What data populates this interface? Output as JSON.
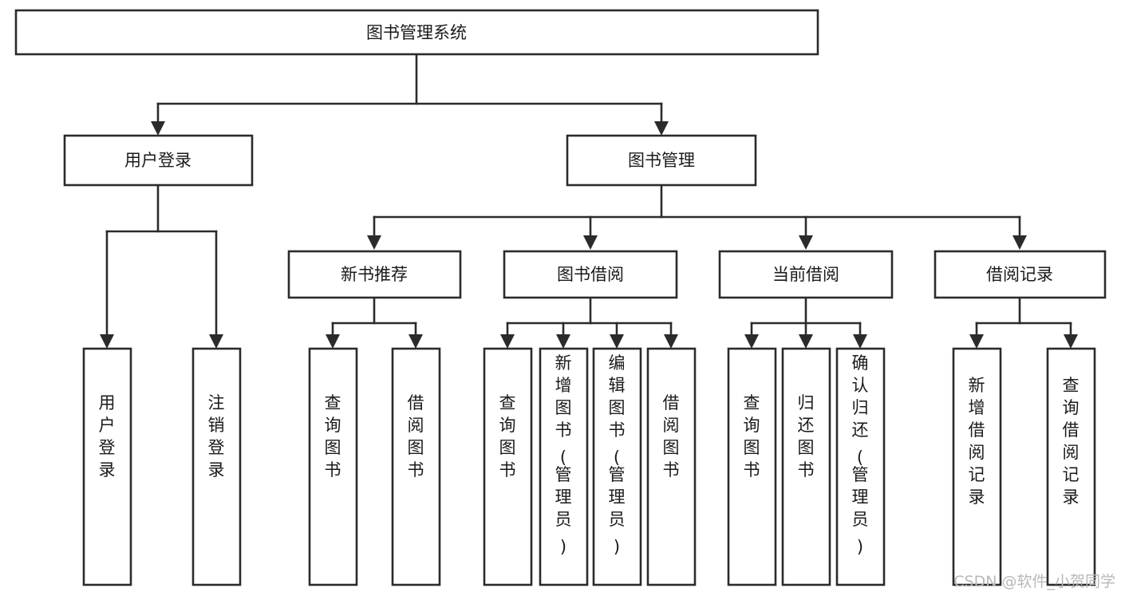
{
  "diagram": {
    "type": "tree-hierarchy",
    "title": "图书管理系统",
    "root": {
      "id": "root",
      "label": "图书管理系统"
    },
    "level2": [
      {
        "id": "user-login",
        "label": "用户登录"
      },
      {
        "id": "book-management",
        "label": "图书管理"
      }
    ],
    "level3": [
      {
        "id": "new-book-recommend",
        "label": "新书推荐",
        "parent": "book-management"
      },
      {
        "id": "book-borrow",
        "label": "图书借阅",
        "parent": "book-management"
      },
      {
        "id": "current-borrow",
        "label": "当前借阅",
        "parent": "book-management"
      },
      {
        "id": "borrow-record",
        "label": "借阅记录",
        "parent": "book-management"
      }
    ],
    "leaves": [
      {
        "id": "leaf-user-login",
        "label": "用户登录",
        "parent": "user-login"
      },
      {
        "id": "leaf-logout-login",
        "label": "注销登录",
        "parent": "user-login"
      },
      {
        "id": "leaf-query-book-1",
        "label": "查询图书",
        "parent": "new-book-recommend"
      },
      {
        "id": "leaf-borrow-book-1",
        "label": "借阅图书",
        "parent": "new-book-recommend"
      },
      {
        "id": "leaf-query-book-2",
        "label": "查询图书",
        "parent": "book-borrow"
      },
      {
        "id": "leaf-add-book",
        "label": "新增图书（管理员）",
        "parent": "book-borrow"
      },
      {
        "id": "leaf-edit-book",
        "label": "编辑图书（管理员）",
        "parent": "book-borrow"
      },
      {
        "id": "leaf-borrow-book-2",
        "label": "借阅图书",
        "parent": "book-borrow"
      },
      {
        "id": "leaf-query-book-3",
        "label": "查询图书",
        "parent": "current-borrow"
      },
      {
        "id": "leaf-return-book",
        "label": "归还图书",
        "parent": "current-borrow"
      },
      {
        "id": "leaf-confirm-return",
        "label": "确认归还（管理员）",
        "parent": "current-borrow"
      },
      {
        "id": "leaf-add-record",
        "label": "新增借阅记录",
        "parent": "borrow-record"
      },
      {
        "id": "leaf-query-record",
        "label": "查询借阅记录",
        "parent": "borrow-record"
      }
    ],
    "watermark": "CSDN @软件_小贺同学",
    "colors": {
      "box_stroke": "#2b2b2b",
      "box_fill": "#ffffff",
      "text": "#1a1a1a",
      "watermark": "#b8b8b8",
      "background": "#ffffff"
    }
  }
}
